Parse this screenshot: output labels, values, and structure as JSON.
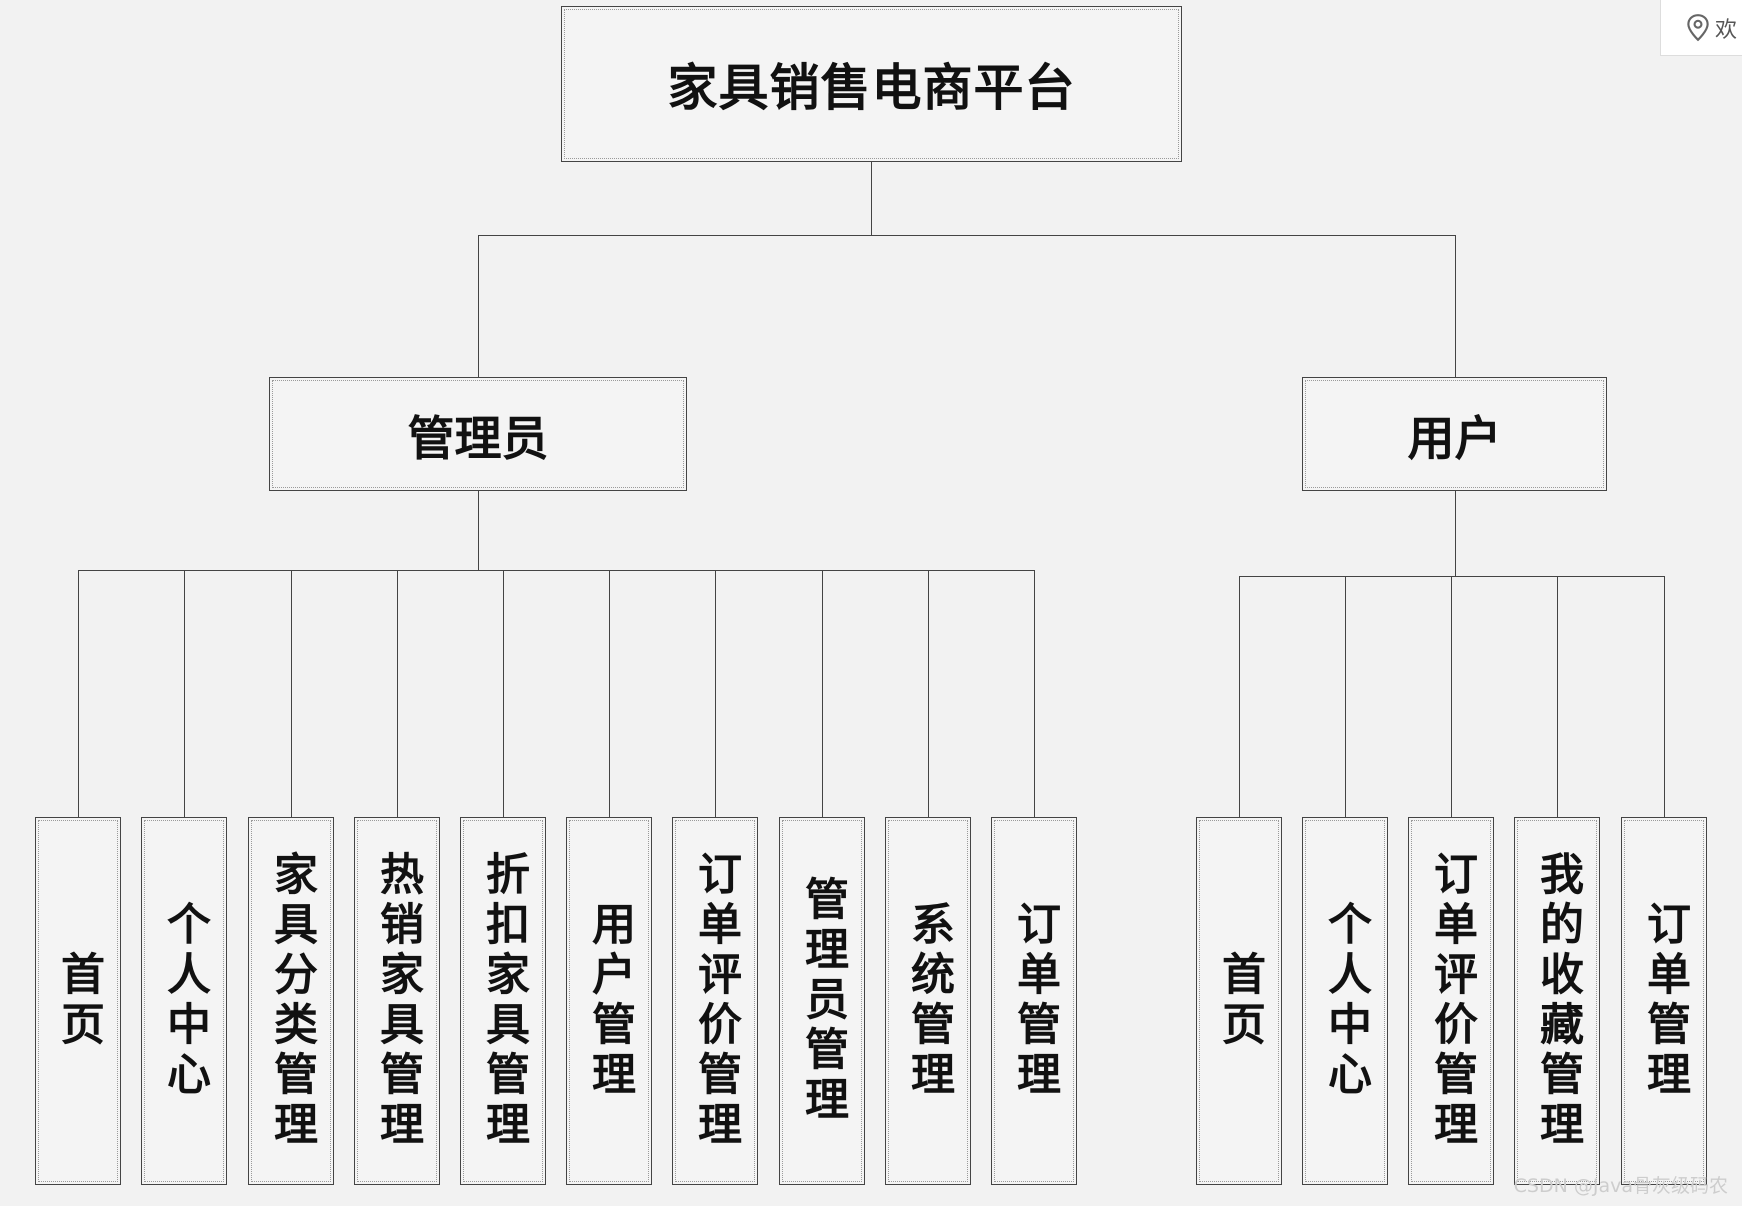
{
  "diagram": {
    "root": "家具销售电商平台",
    "roles": {
      "admin": {
        "name": "管理员",
        "modules": [
          "首页",
          "个人中心",
          "家具分类管理",
          "热销家具管理",
          "折扣家具管理",
          "用户管理",
          "订单评价管理",
          "管理员管理",
          "系统管理",
          "订单管理"
        ]
      },
      "user": {
        "name": "用户",
        "modules": [
          "首页",
          "个人中心",
          "订单评价管理",
          "我的收藏管理",
          "订单管理"
        ]
      }
    }
  },
  "corner_widget": {
    "icon": "location-pin-icon",
    "text": "欢"
  },
  "watermark": "CSDN @Java骨灰级码农"
}
